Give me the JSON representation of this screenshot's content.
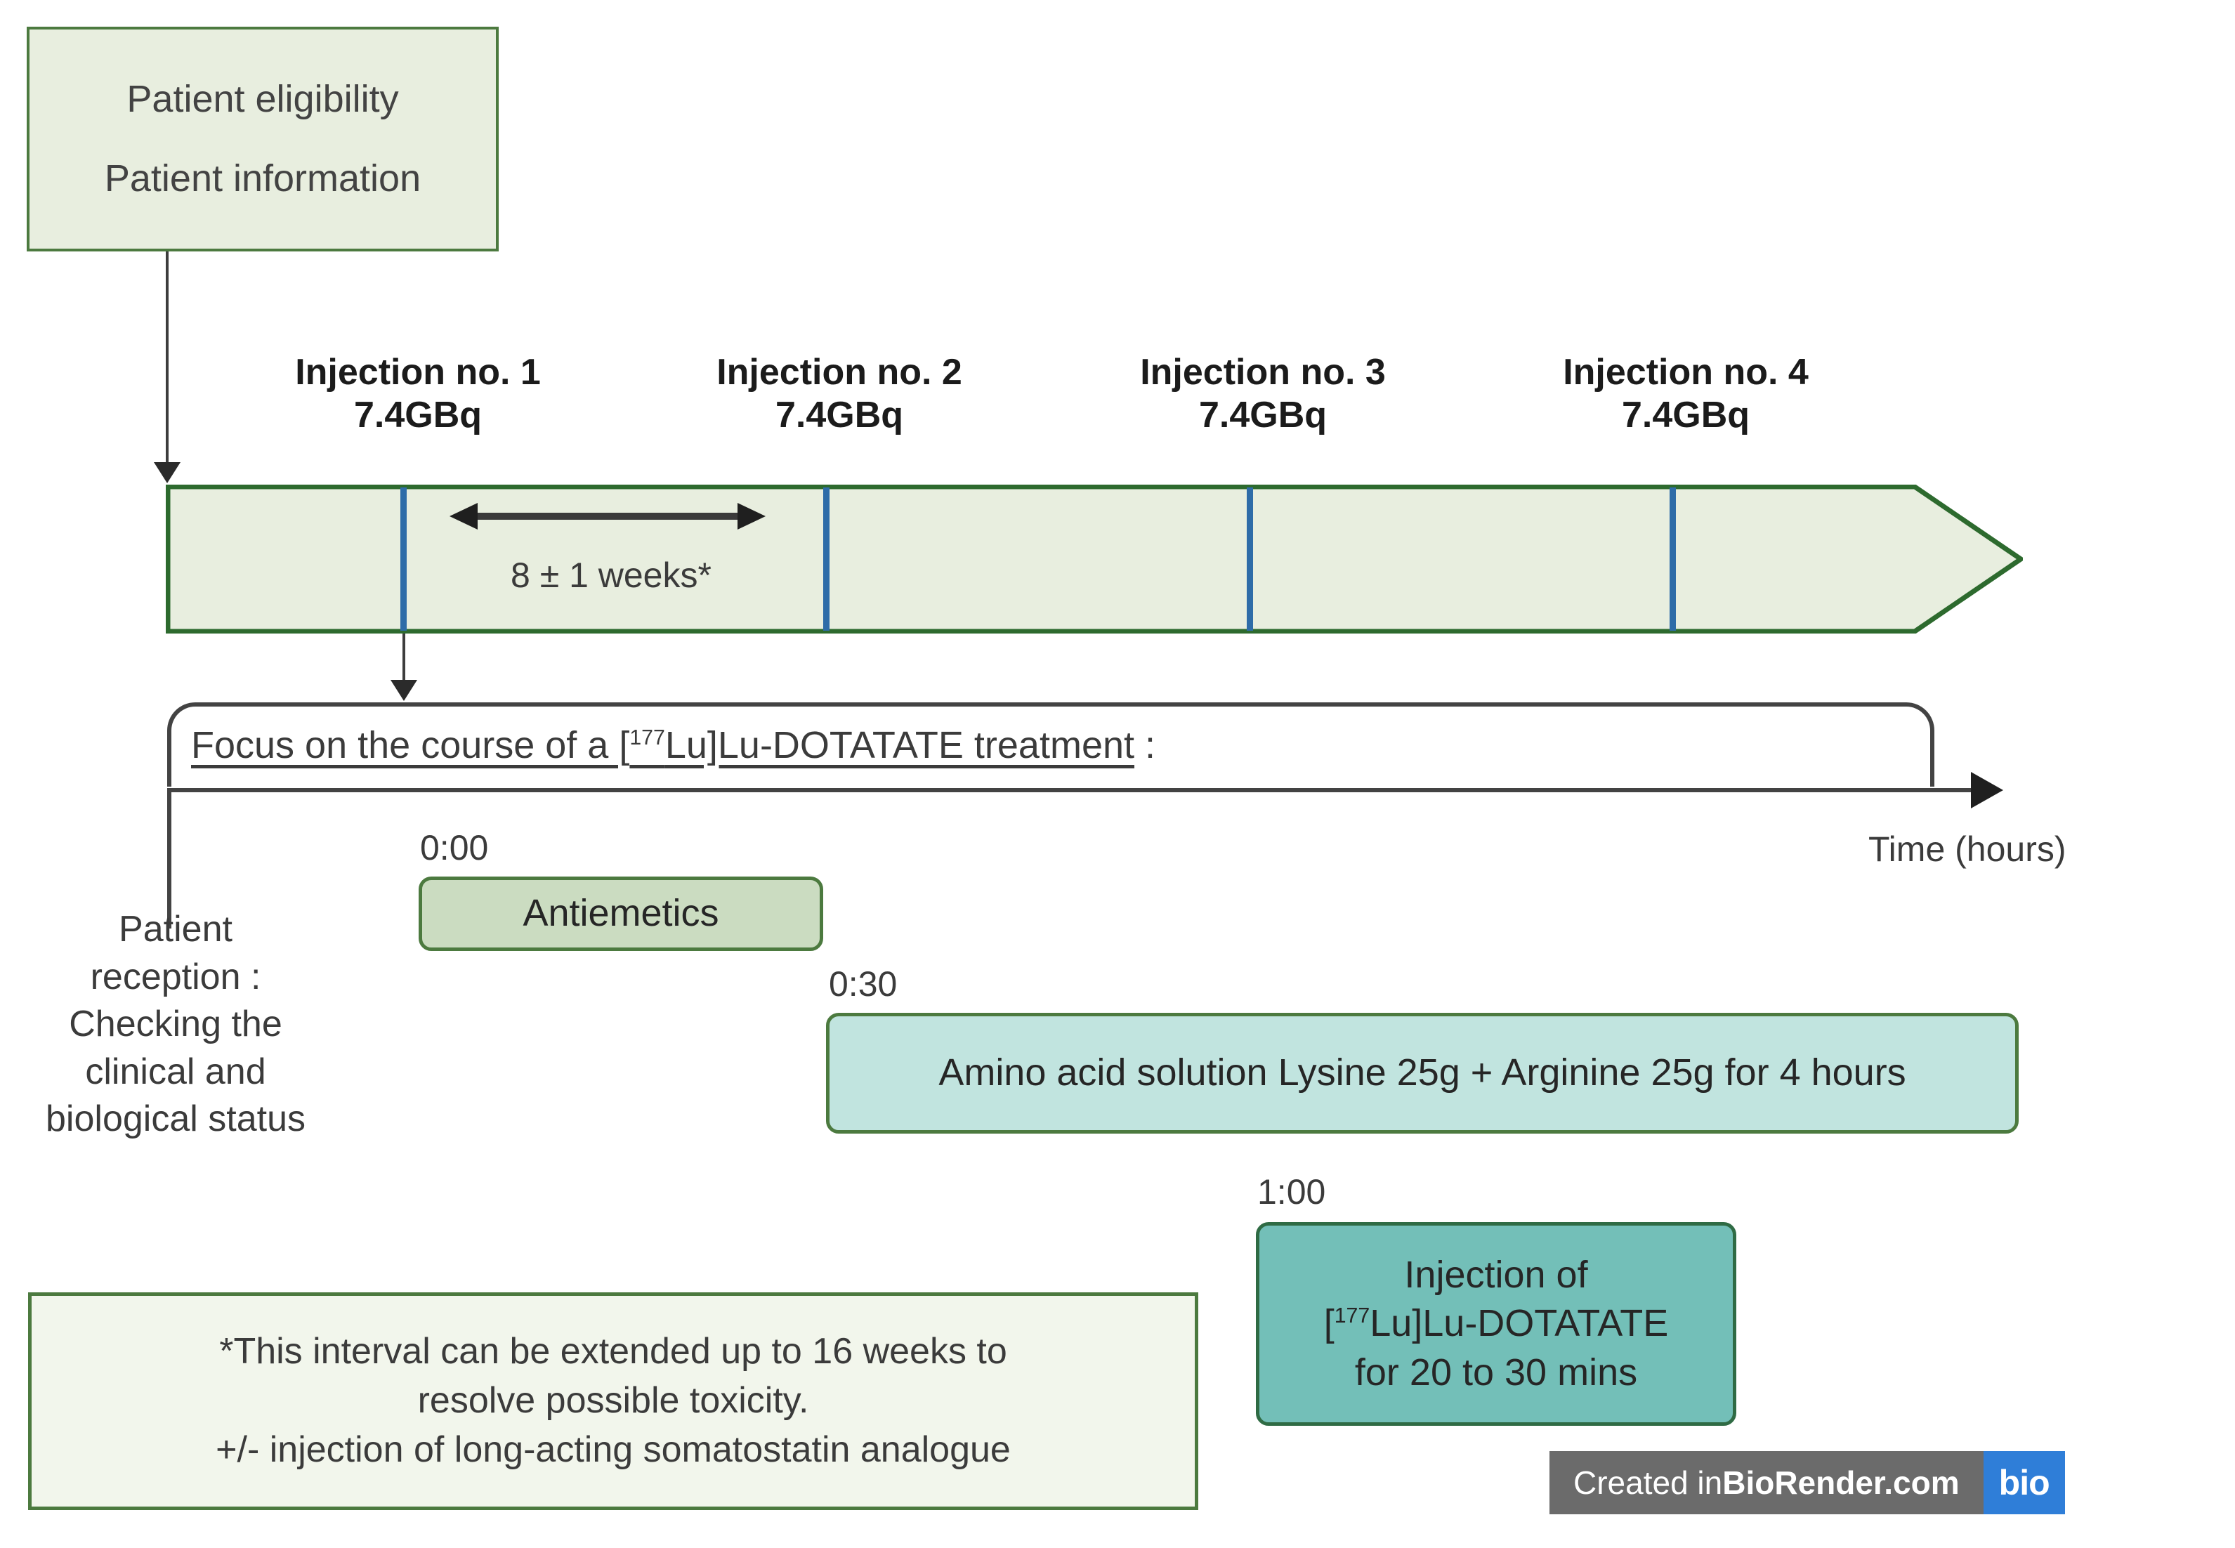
{
  "eligibility": {
    "line1": "Patient eligibility",
    "line2": "Patient information"
  },
  "injections": [
    {
      "title": "Injection no. 1",
      "dose": "7.4GBq"
    },
    {
      "title": "Injection no. 2",
      "dose": "7.4GBq"
    },
    {
      "title": "Injection no. 3",
      "dose": "7.4GBq"
    },
    {
      "title": "Injection no. 4",
      "dose": "7.4GBq"
    }
  ],
  "interval": {
    "label": "8 ± 1 weeks*"
  },
  "focus": {
    "prefix": "Focus on the course of a [",
    "isotope": "177",
    "middle": "Lu]Lu-DOTATATE treatment",
    "suffix": " :"
  },
  "axis": {
    "label": "Time (hours)"
  },
  "patient_reception": {
    "line1": "Patient",
    "line2": "reception :",
    "line3": "Checking the",
    "line4": "clinical and",
    "line5": "biological status"
  },
  "steps": [
    {
      "time": "0:00",
      "label": "Antiemetics"
    },
    {
      "time": "0:30",
      "label": "Amino acid solution Lysine 25g + Arginine 25g for 4 hours"
    },
    {
      "time": "1:00",
      "line1": "Injection of",
      "isotope": "177",
      "line2_rest": "Lu]Lu-DOTATATE",
      "line2_prefix": "[",
      "line3": "for 20 to 30 mins"
    }
  ],
  "footnote": {
    "line1": "*This interval can be extended up to 16 weeks to",
    "line2": "resolve possible toxicity.",
    "line3": "+/- injection of long-acting somatostatin analogue"
  },
  "watermark": {
    "prefix": "Created in ",
    "brand": "BioRender.com",
    "logo": "bio"
  },
  "colors": {
    "pale_green_fill": "#e8eedf",
    "green_border": "#4c7a3f",
    "mid_green_fill": "#cbdcc1",
    "light_teal_fill": "#c1e4df",
    "teal_fill": "#73bfb8",
    "tick_blue": "#2e6ca8",
    "line_gray": "#434343",
    "watermark_gray": "#6b6b6b",
    "watermark_blue": "#2f7ed8"
  }
}
